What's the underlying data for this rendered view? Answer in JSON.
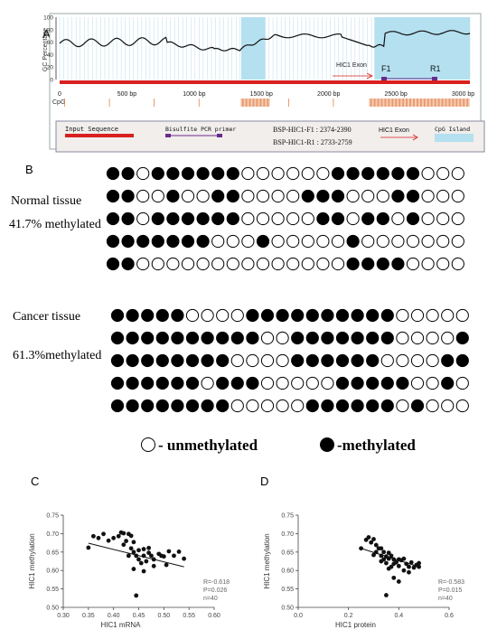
{
  "panel_a": {
    "letter": "A",
    "y_axis_label": "GC Percentage",
    "y_ticks": [
      "100",
      "80",
      "60",
      "40",
      "20",
      "0"
    ],
    "x_ticks": [
      "0",
      "500 bp",
      "1000 bp",
      "1500 bp",
      "2000 bp",
      "2500 bp",
      "3000 bp"
    ],
    "cpg_label": "CpG",
    "exon_label": "HIC1 Exon",
    "primer_f": "F1",
    "primer_r": "R1",
    "legend": {
      "input_sequence": "Input Sequence",
      "bisulfite_primer": "Bisulfite PCR primer",
      "primer_f_coords": "BSP-HIC1-F1 : 2374-2390",
      "primer_r_coords": "BSP-HIC1-R1 : 2733-2759",
      "exon": "HIC1 Exon",
      "cpg_island": "CpG Island"
    },
    "colors": {
      "gc_line": "#111111",
      "cpg_island": "#b4e0f0",
      "input_bar": "#d82020",
      "cpg_ticks": "#e07030",
      "grid": "#b8dce8"
    }
  },
  "panel_b": {
    "letter": "B",
    "normal_label": "Normal tissue",
    "normal_pct": "41.7% methylated",
    "cancer_label": "Cancer tissue",
    "cancer_pct": "61.3%methylated",
    "normal_rows": [
      "110111111000000111111000",
      "110010011000011100011000",
      "110111111000001101101000",
      "111111100010000010000000",
      "110000000000000011110000"
    ],
    "cancer_rows": [
      "111110000111111111100000",
      "111111111100111111100001",
      "111111110000111111000011",
      "111111011100000111110010",
      "111111110000011111101000"
    ],
    "legend_unmethylated": "- unmethylated",
    "legend_methylated": "-methylated"
  },
  "panel_c": {
    "letter": "C",
    "chart_data": {
      "type": "scatter",
      "xlabel": "HIC1 mRNA",
      "ylabel": "HIC1 methylation",
      "xlim": [
        0.3,
        0.6
      ],
      "ylim": [
        0.5,
        0.75
      ],
      "x_ticks": [
        "0.30",
        "0.35",
        "0.40",
        "0.45",
        "0.50",
        "0.55",
        "0.60"
      ],
      "y_ticks": [
        "0.50",
        "0.55",
        "0.60",
        "0.65",
        "0.70",
        "0.75"
      ],
      "points": [
        [
          0.35,
          0.662
        ],
        [
          0.36,
          0.693
        ],
        [
          0.37,
          0.688
        ],
        [
          0.38,
          0.699
        ],
        [
          0.39,
          0.681
        ],
        [
          0.4,
          0.688
        ],
        [
          0.41,
          0.693
        ],
        [
          0.415,
          0.703
        ],
        [
          0.42,
          0.701
        ],
        [
          0.42,
          0.67
        ],
        [
          0.425,
          0.68
        ],
        [
          0.43,
          0.699
        ],
        [
          0.435,
          0.694
        ],
        [
          0.435,
          0.66
        ],
        [
          0.44,
          0.677
        ],
        [
          0.44,
          0.65
        ],
        [
          0.445,
          0.64
        ],
        [
          0.45,
          0.655
        ],
        [
          0.45,
          0.63
        ],
        [
          0.455,
          0.62
        ],
        [
          0.46,
          0.658
        ],
        [
          0.46,
          0.64
        ],
        [
          0.465,
          0.625
        ],
        [
          0.47,
          0.648
        ],
        [
          0.47,
          0.661
        ],
        [
          0.475,
          0.64
        ],
        [
          0.48,
          0.612
        ],
        [
          0.48,
          0.63
        ],
        [
          0.49,
          0.645
        ],
        [
          0.495,
          0.64
        ],
        [
          0.5,
          0.638
        ],
        [
          0.505,
          0.615
        ],
        [
          0.51,
          0.652
        ],
        [
          0.52,
          0.64
        ],
        [
          0.53,
          0.651
        ],
        [
          0.54,
          0.632
        ],
        [
          0.44,
          0.604
        ],
        [
          0.445,
          0.532
        ],
        [
          0.43,
          0.64
        ],
        [
          0.46,
          0.598
        ]
      ],
      "fit": [
        [
          0.35,
          0.674
        ],
        [
          0.54,
          0.61
        ]
      ],
      "stats": [
        "R=-0.618",
        "P=0.026",
        "n=40"
      ]
    }
  },
  "panel_d": {
    "letter": "D",
    "chart_data": {
      "type": "scatter",
      "xlabel": "HIC1 protein",
      "ylabel": "HIC1 methylation",
      "xlim": [
        0.0,
        0.6
      ],
      "ylim": [
        0.5,
        0.75
      ],
      "x_ticks": [
        "0.0",
        "0.2",
        "0.4",
        "0.6"
      ],
      "y_ticks": [
        "0.50",
        "0.55",
        "0.60",
        "0.65",
        "0.70",
        "0.75"
      ],
      "points": [
        [
          0.25,
          0.66
        ],
        [
          0.27,
          0.683
        ],
        [
          0.28,
          0.69
        ],
        [
          0.29,
          0.676
        ],
        [
          0.3,
          0.685
        ],
        [
          0.31,
          0.669
        ],
        [
          0.31,
          0.65
        ],
        [
          0.32,
          0.66
        ],
        [
          0.33,
          0.64
        ],
        [
          0.33,
          0.625
        ],
        [
          0.34,
          0.65
        ],
        [
          0.34,
          0.63
        ],
        [
          0.35,
          0.638
        ],
        [
          0.35,
          0.62
        ],
        [
          0.36,
          0.648
        ],
        [
          0.36,
          0.632
        ],
        [
          0.37,
          0.64
        ],
        [
          0.37,
          0.61
        ],
        [
          0.38,
          0.63
        ],
        [
          0.38,
          0.618
        ],
        [
          0.39,
          0.622
        ],
        [
          0.4,
          0.63
        ],
        [
          0.4,
          0.612
        ],
        [
          0.41,
          0.628
        ],
        [
          0.42,
          0.6
        ],
        [
          0.43,
          0.618
        ],
        [
          0.44,
          0.61
        ],
        [
          0.45,
          0.622
        ],
        [
          0.46,
          0.608
        ],
        [
          0.47,
          0.615
        ],
        [
          0.48,
          0.61
        ],
        [
          0.48,
          0.62
        ],
        [
          0.38,
          0.58
        ],
        [
          0.35,
          0.533
        ],
        [
          0.4,
          0.57
        ],
        [
          0.3,
          0.642
        ],
        [
          0.33,
          0.66
        ],
        [
          0.42,
          0.632
        ],
        [
          0.36,
          0.605
        ],
        [
          0.44,
          0.595
        ]
      ],
      "fit": [
        [
          0.25,
          0.66
        ],
        [
          0.48,
          0.61
        ]
      ],
      "stats": [
        "R=-0.583",
        "P=0.015",
        "n=40"
      ]
    }
  }
}
